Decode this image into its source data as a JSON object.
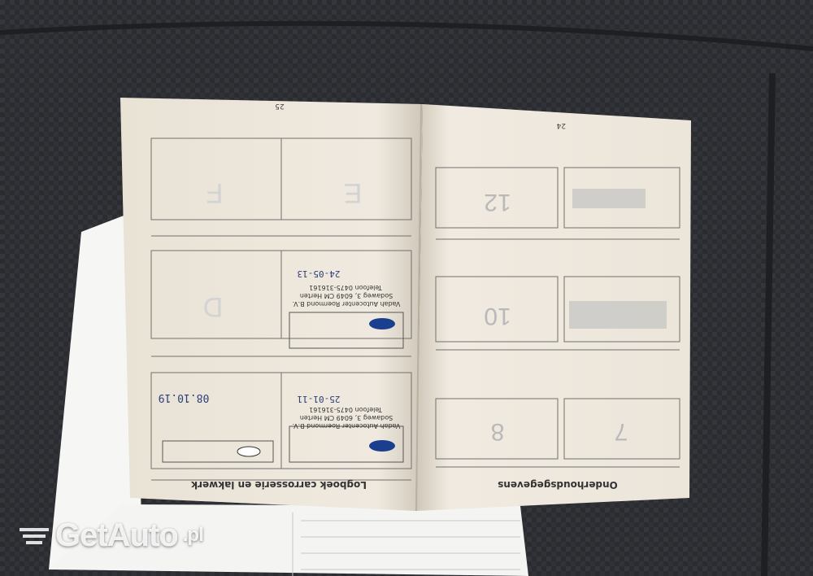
{
  "watermark": {
    "brand": "GetAuto",
    "tld": ".pl"
  },
  "booklet": {
    "left_page": {
      "title": "Logboek carrosserie en lakwerk",
      "page_number": "25",
      "sections": [
        "D",
        "E",
        "F"
      ],
      "dealer_line1": "Vadah Autocenter Roermond B.V.",
      "dealer_line2": "Sodaweg 3, 6049 CM  Herten",
      "dealer_phone": "Telefoon   0475-316161",
      "dates": [
        "25-01-11",
        "24-05-13",
        "08.10.19"
      ]
    },
    "right_page": {
      "title": "Onderhoudsgegevens",
      "page_number": "24",
      "sections": [
        "7",
        "8",
        "10",
        "12"
      ]
    }
  },
  "colors": {
    "seat_fabric": "#2b2d31",
    "paper": "#efe9df",
    "ink": "#3a3a3a",
    "ford_blue": "#1b3f8f"
  }
}
